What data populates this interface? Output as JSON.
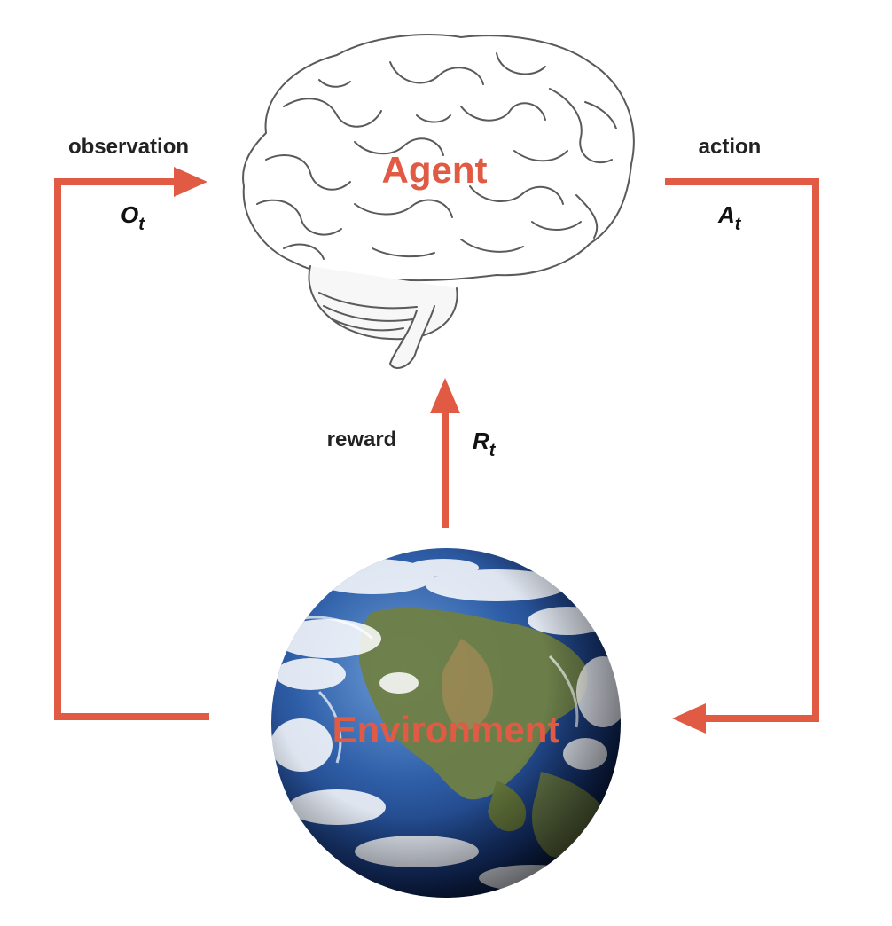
{
  "colors": {
    "accent": "#e05a44",
    "text": "#222222",
    "brain_stroke": "#5a5a5a",
    "ocean": "#2f5fa8",
    "land": "#6f7f45",
    "cloud": "#ffffff"
  },
  "icons": {
    "agent": "brain-icon",
    "environment": "earth-globe-icon"
  },
  "agent": {
    "label": "Agent"
  },
  "environment": {
    "label": "Environment"
  },
  "observation": {
    "label": "observation",
    "symbol": "O",
    "subscript": "t"
  },
  "action": {
    "label": "action",
    "symbol": "A",
    "subscript": "t"
  },
  "reward": {
    "label": "reward",
    "symbol": "R",
    "subscript": "t"
  }
}
